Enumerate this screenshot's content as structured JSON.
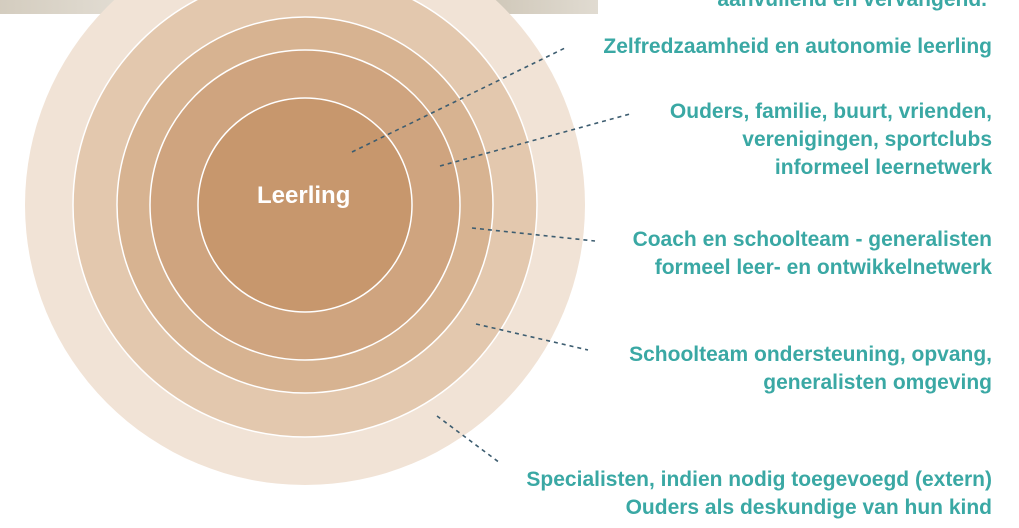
{
  "header": {
    "partial_heading": "aanvullend en vervangend."
  },
  "center": {
    "label": "Leerling"
  },
  "rings": [
    {
      "label_lines": [
        "Zelfredzaamheid en autonomie leerling"
      ]
    },
    {
      "label_lines": [
        "Ouders, familie, buurt, vrienden,",
        "verenigingen, sportclubs",
        "informeel leernetwerk"
      ]
    },
    {
      "label_lines": [
        "Coach en schoolteam - generalisten",
        "formeel leer- en ontwikkelnetwerk"
      ]
    },
    {
      "label_lines": [
        "Schoolteam ondersteuning, opvang,",
        "generalisten omgeving"
      ]
    },
    {
      "label_lines": [
        "Specialisten, indien nodig toegevoegd (extern)",
        "Ouders als deskundige van hun kind"
      ]
    }
  ],
  "colors": {
    "ring_outer": "#f1e3d6",
    "ring_4": "#e3c8ae",
    "ring_3": "#d7b391",
    "ring_2": "#cfa47f",
    "ring_core": "#c7976d",
    "accent_text": "#3aa8a4",
    "leader_line": "#3d5d70"
  }
}
